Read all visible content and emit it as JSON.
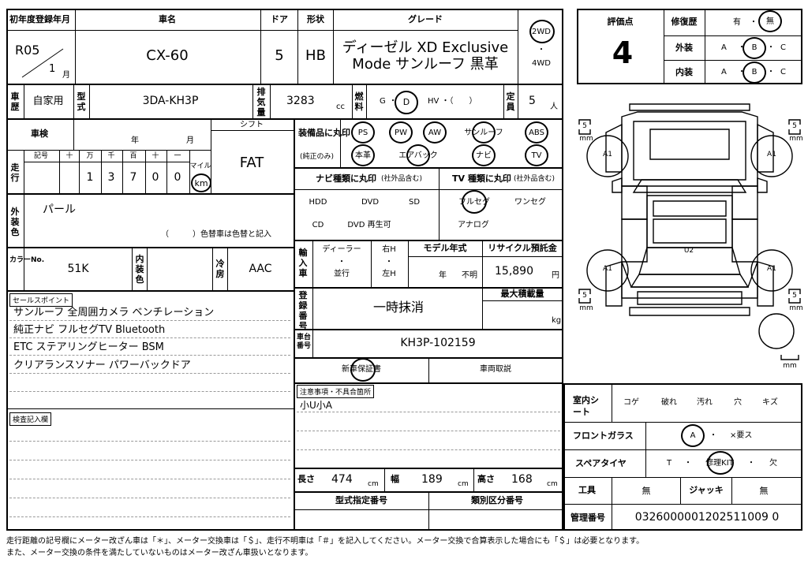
{
  "vehicle": {
    "first_reg_label": "初年度登録年月",
    "first_reg_year": "R05",
    "first_reg_month": "1",
    "month_unit": "月",
    "name_label": "車名",
    "name": "CX-60",
    "doors_label": "ドア",
    "doors": "5",
    "body_label": "形状",
    "body": "HB",
    "grade_label": "グレード",
    "grade_line1": "ディーゼル XD Exclusive",
    "grade_line2": "Mode サンルーフ 黒革",
    "drive_2wd": "2WD",
    "drive_4wd": "4WD",
    "history_label": "車歴",
    "history": "自家用",
    "model_label": "型式",
    "model": "3DA-KH3P",
    "displacement_label": "排気量",
    "displacement": "3283",
    "displacement_unit": "cc",
    "fuel_label": "燃料",
    "fuel_g": "G",
    "fuel_d": "D",
    "fuel_hv": "HV ・（　　）",
    "capacity_label": "定員",
    "capacity": "5",
    "capacity_unit": "人"
  },
  "evaluation": {
    "score_label": "評価点",
    "score": "4",
    "repair_label": "修復歴",
    "repair_yes": "有",
    "repair_no": "無",
    "exterior_label": "外装",
    "interior_label": "内装",
    "grade_a": "A",
    "grade_b": "B",
    "grade_c": "C"
  },
  "inspection": {
    "shaken_label": "車検",
    "year_unit": "年",
    "month_unit": "月",
    "shift_label": "シフト",
    "shift": "FAT",
    "mileage_label": "走行",
    "symbol_label": "記号",
    "digit_headers": [
      "十",
      "万",
      "千",
      "百",
      "十",
      "一"
    ],
    "digits": [
      "",
      "1",
      "3",
      "7",
      "0",
      "0"
    ],
    "mile_label": "マイル",
    "km_label": "km"
  },
  "color": {
    "exterior_label": "外装色",
    "exterior": "パール",
    "change_note": "（　　　）色替車は色替と記入",
    "color_no_label": "カラーNo.",
    "color_no": "51K",
    "interior_label": "内装色",
    "cooler_label": "冷房",
    "cooler": "AAC"
  },
  "equipment": {
    "label": "装備品に丸印",
    "sublabel": "(純正のみ)",
    "row1": [
      "PS",
      "PW",
      "AW",
      "サンルーフ",
      "ABS"
    ],
    "row2": [
      "本革",
      "エアバック",
      "ナビ",
      "TV"
    ],
    "nav_title": "ナビ種類に丸印",
    "nav_sub": "(社外品含む)",
    "nav_items": [
      "HDD",
      "DVD",
      "SD",
      "CD",
      "DVD 再生可"
    ],
    "tv_title": "TV 種類に丸印",
    "tv_sub": "(社外品含む)",
    "tv_items": [
      "フルセグ",
      "ワンセグ",
      "アナログ"
    ]
  },
  "import": {
    "label": "輸入車",
    "dealer": "ディーラー",
    "parallel": "並行",
    "rh": "右H",
    "lh": "左H",
    "model_year_label": "モデル年式",
    "year_unit": "年",
    "unknown": "不明",
    "recycle_label": "リサイクル預託金",
    "recycle": "15,890",
    "recycle_unit": "円"
  },
  "registration": {
    "label": "登録番号",
    "value": "一時抹消",
    "max_load_label": "最大積載量",
    "max_load_unit": "kg",
    "chassis_label": "車台番号",
    "chassis": "KH3P-102159",
    "warranty": "新車保証書",
    "manual": "車両取説",
    "notes_label": "注意事項・不具合箇所",
    "notes": "小U小A"
  },
  "dimensions": {
    "length_label": "長さ",
    "length": "474",
    "width_label": "幅",
    "width": "189",
    "height_label": "高さ",
    "height": "168",
    "unit": "cm",
    "type_designation_label": "型式指定番号",
    "category_label": "類別区分番号"
  },
  "sales": {
    "label": "セールスポイント",
    "lines": [
      "サンルーフ  全周囲カメラ  ベンチレーション",
      "純正ナビ  フルセグTV  Bluetooth",
      "ETC  ステアリングヒーター  BSM",
      "クリアランスソナー  パワーバックドア"
    ],
    "inspection_label": "検査記入欄"
  },
  "condition": {
    "seat_label": "室内シート",
    "seat_items": [
      "コゲ",
      "破れ",
      "汚れ",
      "穴",
      "キズ"
    ],
    "glass_label": "フロントガラス",
    "glass_a": "A",
    "glass_replace": "×要ス",
    "spare_label": "スペアタイヤ",
    "spare_t": "T",
    "spare_kit": "修理KIT",
    "spare_none": "欠",
    "tools_label": "工具",
    "tools": "無",
    "jack_label": "ジャッキ",
    "jack": "無",
    "mgmt_label": "管理番号",
    "mgmt": "0326000001202511009 0"
  },
  "diagram": {
    "tire_depth": "5",
    "tire_unit": "mm",
    "marks": [
      "A1",
      "A1",
      "A1",
      "A1",
      "U2"
    ]
  },
  "footer": {
    "line1": "走行距離の記号欄にメーター改ざん車は「＊」、メーター交換車は「＄」、走行不明車は「＃」を記入してください。メーター交換で合算表示した場合にも「＄」は必要となります。",
    "line2": "また、メーター交換の条件を満たしていないものはメーター改ざん車扱いとなります。"
  }
}
